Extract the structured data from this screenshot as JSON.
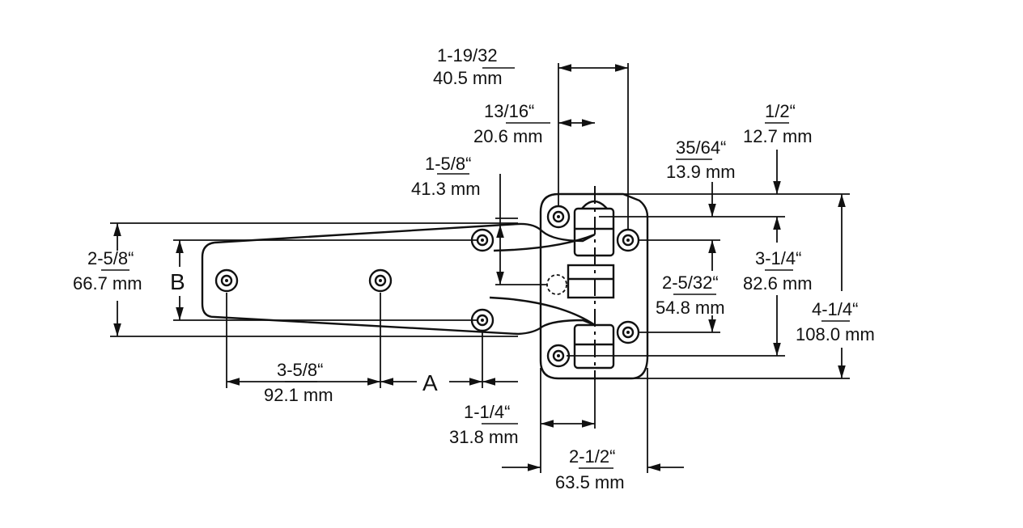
{
  "drawing": {
    "dims": {
      "d1": {
        "inch": "1-19/32",
        "mm": "40.5 mm"
      },
      "d2": {
        "inch": "13/16“",
        "mm": "20.6 mm"
      },
      "d3": {
        "inch": "1-5/8“",
        "mm": "41.3 mm"
      },
      "d4": {
        "inch": "1/2“",
        "mm": "12.7 mm"
      },
      "d5": {
        "inch": "35/64“",
        "mm": "13.9 mm"
      },
      "d6": {
        "inch": "2-5/8“",
        "mm": "66.7 mm"
      },
      "d7": {
        "inch": "3-1/4“",
        "mm": "82.6 mm"
      },
      "d8": {
        "inch": "2-5/32“",
        "mm": "54.8 mm"
      },
      "d9": {
        "inch": "4-1/4“",
        "mm": "108.0 mm"
      },
      "d10": {
        "inch": "3-5/8“",
        "mm": "92.1 mm"
      },
      "d11": {
        "inch": "1-1/4“",
        "mm": "31.8 mm"
      },
      "d12": {
        "inch": "2-1/2“",
        "mm": "63.5 mm"
      }
    },
    "label_a": "A",
    "label_b": "B"
  }
}
